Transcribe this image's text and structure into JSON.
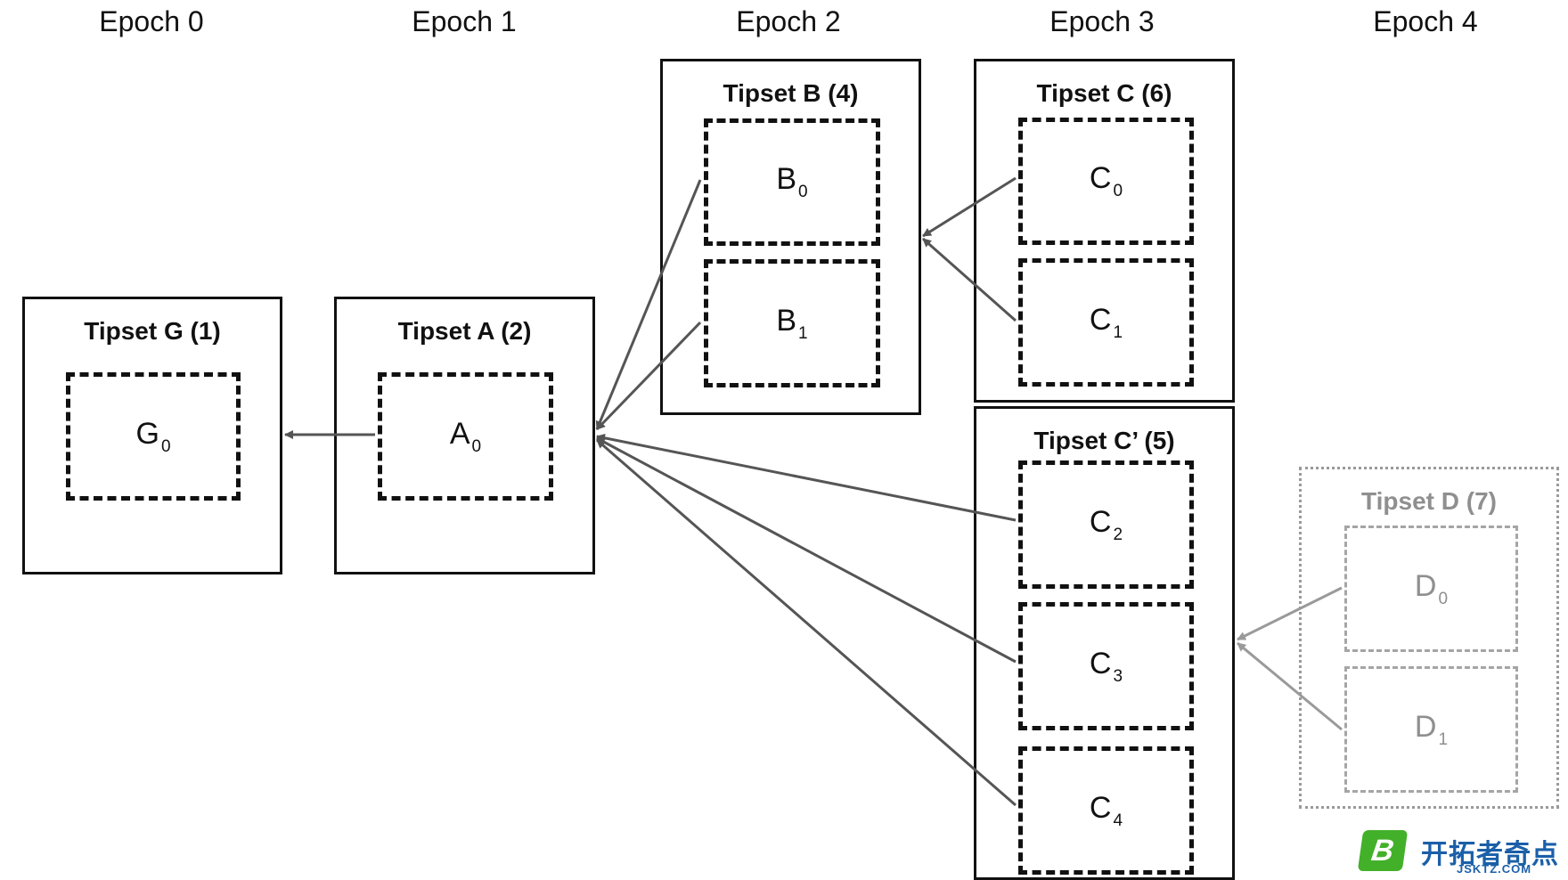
{
  "epochs": [
    "Epoch 0",
    "Epoch 1",
    "Epoch 2",
    "Epoch 3",
    "Epoch 4"
  ],
  "tipsets": {
    "g": {
      "title": "Tipset G (1)",
      "blocks": [
        {
          "base": "G",
          "sub": "0"
        }
      ]
    },
    "a": {
      "title": "Tipset A (2)",
      "blocks": [
        {
          "base": "A",
          "sub": "0"
        }
      ]
    },
    "b": {
      "title": "Tipset B (4)",
      "blocks": [
        {
          "base": "B",
          "sub": "0"
        },
        {
          "base": "B",
          "sub": "1"
        }
      ]
    },
    "c": {
      "title": "Tipset C (6)",
      "blocks": [
        {
          "base": "C",
          "sub": "0"
        },
        {
          "base": "C",
          "sub": "1"
        }
      ]
    },
    "cprime": {
      "title": "Tipset C’ (5)",
      "blocks": [
        {
          "base": "C",
          "sub": "2"
        },
        {
          "base": "C",
          "sub": "3"
        },
        {
          "base": "C",
          "sub": "4"
        }
      ]
    },
    "d": {
      "title": "Tipset D (7)",
      "blocks": [
        {
          "base": "D",
          "sub": "0"
        },
        {
          "base": "D",
          "sub": "1"
        }
      ]
    }
  },
  "edges": [
    {
      "from": "A0",
      "to": "G"
    },
    {
      "from": "B0",
      "to": "A"
    },
    {
      "from": "B1",
      "to": "A"
    },
    {
      "from": "C0",
      "to": "B"
    },
    {
      "from": "C1",
      "to": "B"
    },
    {
      "from": "C2",
      "to": "A"
    },
    {
      "from": "C3",
      "to": "A"
    },
    {
      "from": "C4",
      "to": "A"
    },
    {
      "from": "D0",
      "to": "C'"
    },
    {
      "from": "D1",
      "to": "C'"
    }
  ],
  "colors": {
    "box": "#111111",
    "arrow": "#555555",
    "ghost": "#9a9a9a"
  },
  "watermark": {
    "brand": "开拓者奇点",
    "logo_letter": "B",
    "domain": "JSKTZ.COM"
  }
}
